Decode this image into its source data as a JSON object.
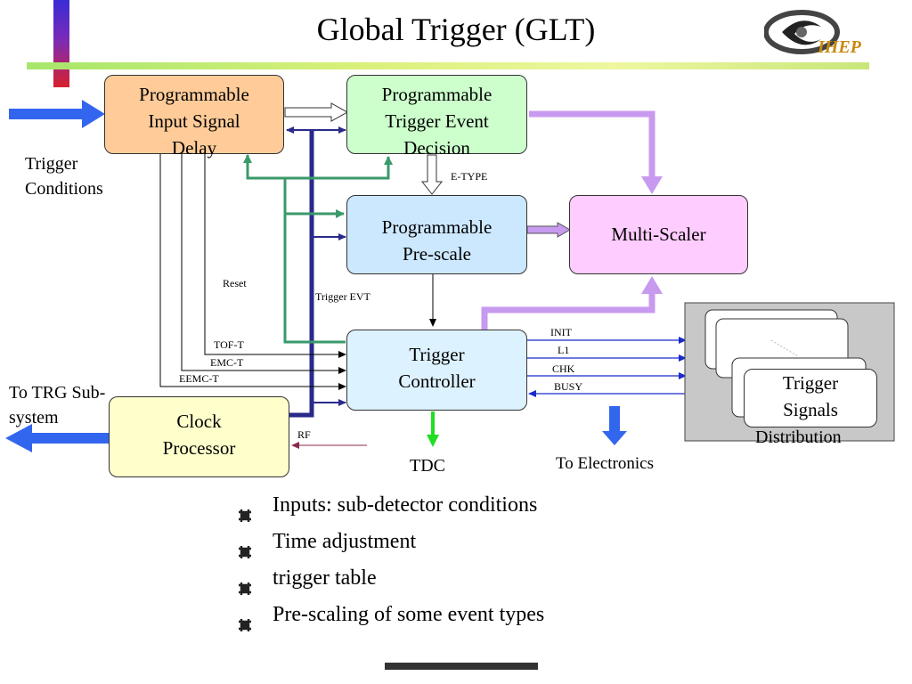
{
  "slide": {
    "title": "Global Trigger (GLT)",
    "logo_text": "IHEP"
  },
  "diagram": {
    "boxes": {
      "input_delay": "Programmable Input Signal Delay",
      "event_decision": "Programmable Trigger Event Decision",
      "prescale": "Programmable Pre-scale",
      "multi_scaler": "Multi-Scaler",
      "trigger_controller": "Trigger Controller",
      "clock_processor": "Clock Processor",
      "trigger_signals": "Trigger Signals"
    },
    "labels": {
      "trigger_conditions": "Trigger Conditions",
      "to_trg": "To TRG Sub-system",
      "distribution": "Distribution",
      "tdc": "TDC",
      "to_electronics": "To Electronics"
    },
    "signals": {
      "e_type": "E-TYPE",
      "reset": "Reset",
      "trigger_evt": "Trigger EVT",
      "tof_t": "TOF-T",
      "emc_t": "EMC-T",
      "eemc_t": "EEMC-T",
      "rf": "RF",
      "init": "INIT",
      "l1": "L1",
      "chk": "CHK",
      "busy": "BUSY"
    }
  },
  "bullets": [
    "Inputs: sub-detector conditions",
    "Time adjustment",
    "trigger table",
    "Pre-scaling of some event types"
  ],
  "colors": {
    "delay_fill": "#ffcc99",
    "decision_fill": "#ccffcc",
    "prescale_fill": "#cce8ff",
    "scaler_fill": "#ffccff",
    "controller_fill": "#ddf2ff",
    "clock_fill": "#ffffcc",
    "green_line": "#3a9a6a",
    "navy_line": "#2a2a8a",
    "violet_line": "#c79af0",
    "blue_arrow": "#3366ee"
  }
}
